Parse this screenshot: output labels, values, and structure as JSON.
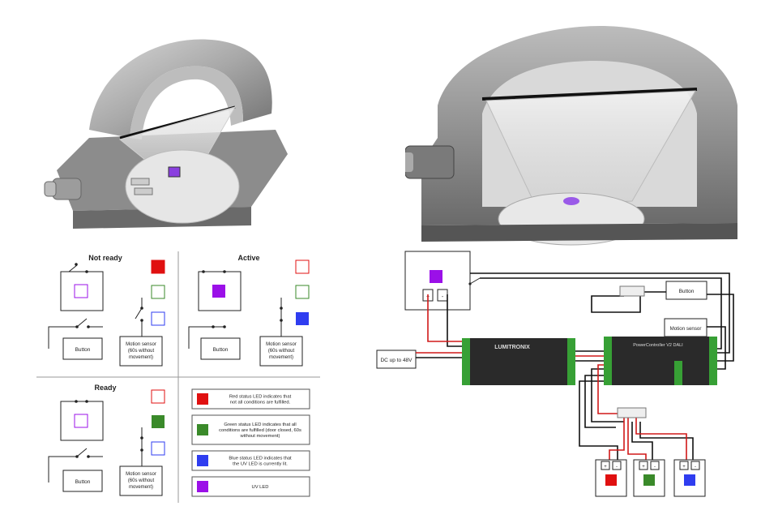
{
  "states": {
    "not_ready": "Not ready",
    "active": "Active",
    "ready": "Ready"
  },
  "components": {
    "button": "Button",
    "motion_sensor_l1": "Motion sensor",
    "motion_sensor_l2": "(60s without",
    "motion_sensor_l3": "movement)"
  },
  "legend": [
    {
      "color": "#e01010",
      "lines": [
        "Red status LED indicates that",
        "not all conditions are fulfilled."
      ]
    },
    {
      "color": "#3a8a2a",
      "lines": [
        "Green status LED indicates that all",
        "conditions are fulfilled (door closed, 60s",
        "without movement)"
      ]
    },
    {
      "color": "#2f3df0",
      "lines": [
        "Blue status LED indicates that",
        "the UV LED is currently lit."
      ]
    },
    {
      "color": "#9b10e8",
      "lines": [
        "UV LED"
      ]
    }
  ],
  "colors": {
    "red": "#e01010",
    "green": "#3a8a2a",
    "blue": "#2f3df0",
    "purple": "#9b10e8",
    "wire_red": "#d01818",
    "wire_black": "#111111"
  },
  "wiring": {
    "dc_supply": "DC up to 48V",
    "button": "Button",
    "motion_sensor": "Motion sensor",
    "driver_brand": "LUMITRONIX",
    "controller_name": "PowerController V2 DALI",
    "plus": "+",
    "minus": "-"
  },
  "images": {
    "left_render": "cutaway-housing-render",
    "right_render": "cutaway-housing-render-front"
  }
}
